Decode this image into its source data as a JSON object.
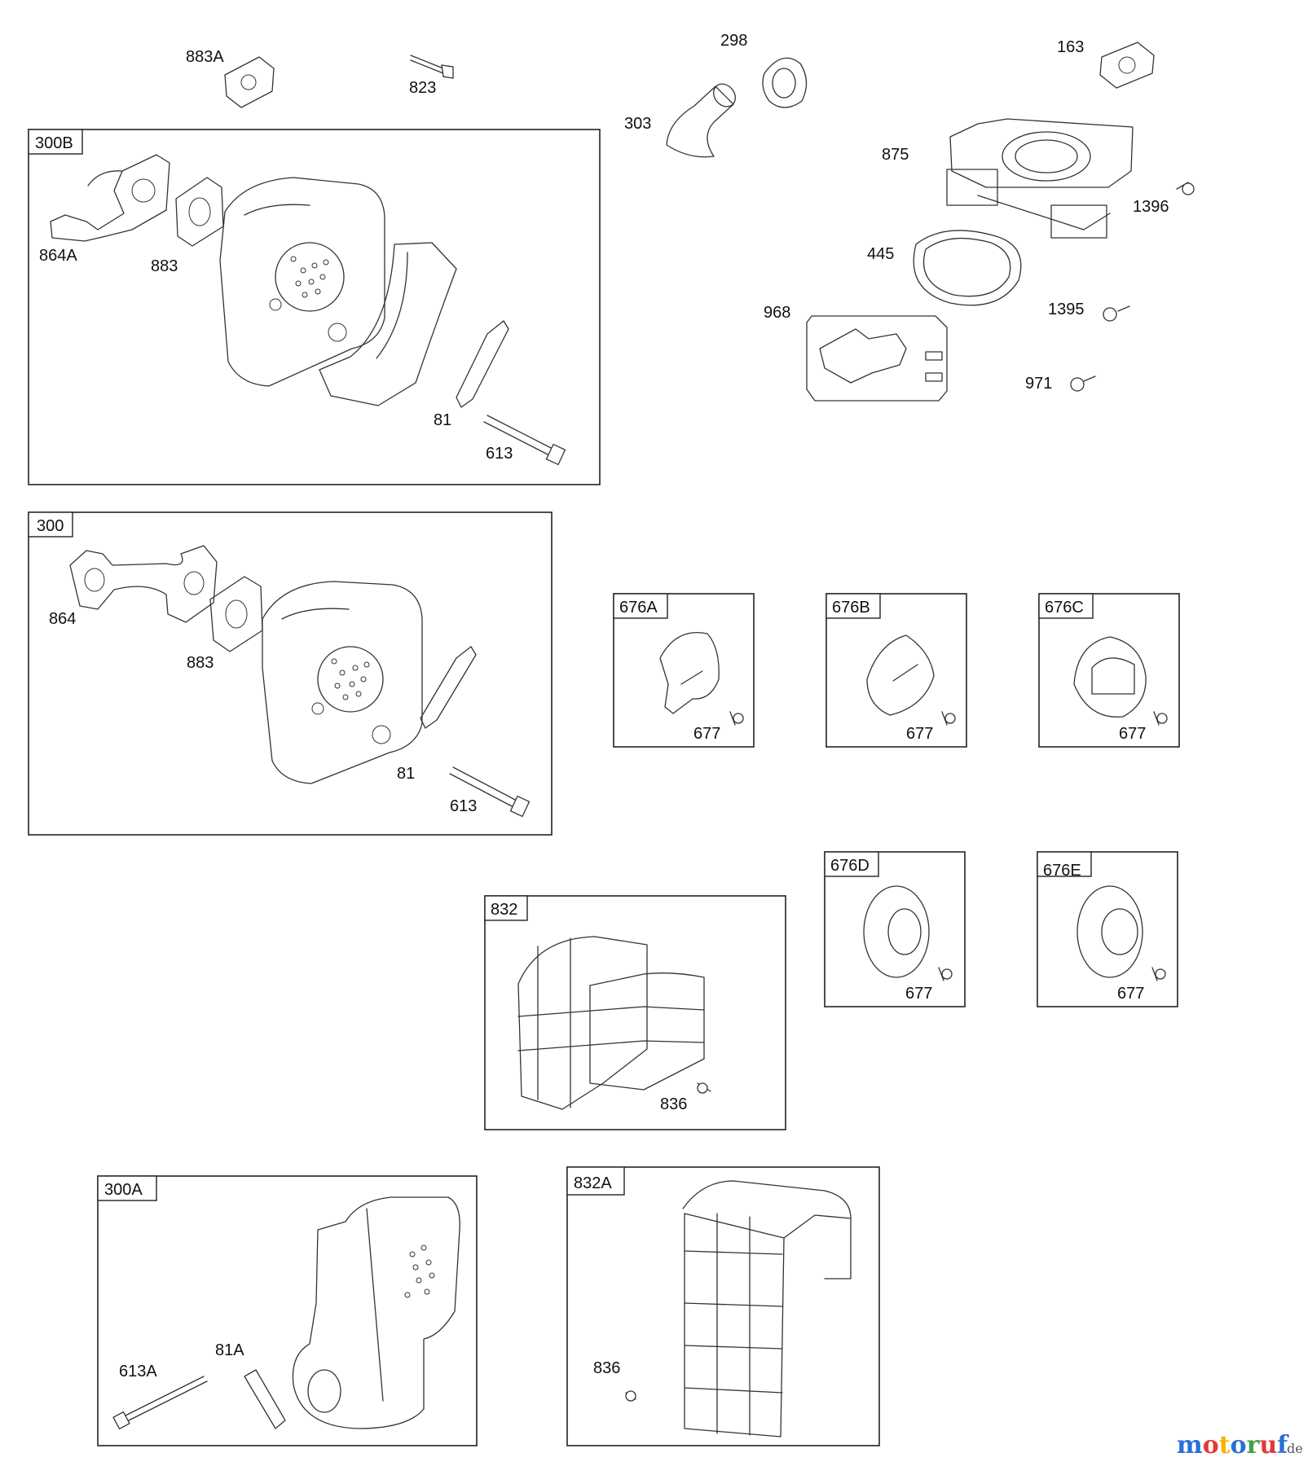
{
  "diagram": {
    "callouts": {
      "c883A": "883A",
      "c823": "823",
      "c298": "298",
      "c163": "163",
      "c303": "303",
      "c875": "875",
      "c1396": "1396",
      "c445": "445",
      "c968": "968",
      "c1395": "1395",
      "c971": "971",
      "c864A": "864A",
      "c883_b": "883",
      "c81_b": "81",
      "c613_b": "613",
      "c864": "864",
      "c883_p": "883",
      "c81_p": "81",
      "c613_p": "613",
      "c677_a": "677",
      "c677_b": "677",
      "c677_c": "677",
      "c677_d": "677",
      "c677_e": "677",
      "c836_a": "836",
      "c836_b": "836",
      "c613A": "613A",
      "c81A": "81A"
    },
    "groups": {
      "g300B": "300B",
      "g300": "300",
      "g676A": "676A",
      "g676B": "676B",
      "g676C": "676C",
      "g676D": "676D",
      "g676E": "676E",
      "g832": "832",
      "g300A": "300A",
      "g832A": "832A"
    }
  },
  "watermark": {
    "brand": "motoruf",
    "suffix": ".de",
    "colors": [
      "#2a6fd6",
      "#e53935",
      "#f6b400",
      "#2a6fd6",
      "#43a047",
      "#e53935",
      "#2a6fd6"
    ]
  }
}
